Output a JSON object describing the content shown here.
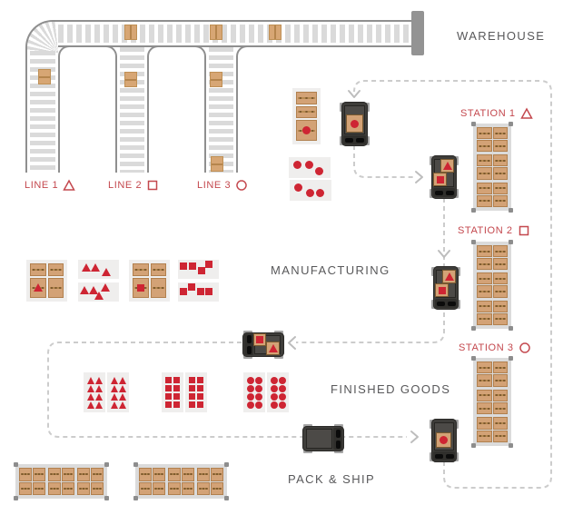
{
  "labels": {
    "warehouse": "WAREHOUSE",
    "manufacturing": "MANUFACTURING",
    "finished_goods": "FINISHED GOODS",
    "pack_ship": "PACK & SHIP"
  },
  "lines": [
    {
      "label": "LINE 1",
      "shape": "triangle"
    },
    {
      "label": "LINE 2",
      "shape": "square"
    },
    {
      "label": "LINE 3",
      "shape": "circle"
    }
  ],
  "stations": [
    {
      "label": "STATION 1",
      "shape": "triangle"
    },
    {
      "label": "STATION 2",
      "shape": "square"
    },
    {
      "label": "STATION 3",
      "shape": "circle"
    }
  ],
  "colors": {
    "red_shape": "#ce2533",
    "red_label": "#c4484e",
    "gray_text": "#58585a",
    "dash_line": "#cccccc",
    "belt_slat": "#dadada",
    "belt_edge": "#8f8f8f",
    "cardboard": "#d3a276",
    "tray_bg": "#efeeed",
    "agv_body": "#3e3d3a"
  },
  "agvs": [
    {
      "id": "agv-1",
      "location": "warehouse-pickup",
      "cargo": [
        "circle"
      ]
    },
    {
      "id": "agv-2",
      "location": "station-1",
      "cargo": [
        "triangle",
        "square"
      ]
    },
    {
      "id": "agv-3",
      "location": "station-2",
      "cargo": [
        "triangle",
        "square"
      ]
    },
    {
      "id": "agv-4",
      "location": "manufacturing",
      "cargo": [
        "square",
        "triangle"
      ]
    },
    {
      "id": "agv-5",
      "location": "pack-ship",
      "cargo": []
    },
    {
      "id": "agv-6",
      "location": "station-3",
      "cargo": [
        "circle"
      ]
    }
  ],
  "kanban": {
    "staging_tray": {
      "rows": 3,
      "cols": 1,
      "mark": {
        "index": 2,
        "shape": "circle"
      }
    },
    "dot_tray_1": {
      "shape": "circle",
      "dots": [
        [
          5,
          4
        ],
        [
          18,
          4
        ],
        [
          29,
          11
        ]
      ]
    },
    "dot_tray_2": {
      "shape": "circle",
      "dots": [
        [
          5,
          4
        ],
        [
          18,
          10
        ],
        [
          29,
          10
        ]
      ]
    }
  },
  "manufacturing_area": {
    "pallet_triangle": {
      "rows": 2,
      "cols": 2,
      "mark": {
        "index": 2,
        "shape": "triangle"
      }
    },
    "tray_triangle_1": {
      "shape": "triangle",
      "dots": [
        [
          4,
          4
        ],
        [
          14,
          4
        ],
        [
          26,
          9
        ]
      ]
    },
    "tray_triangle_2": {
      "shape": "triangle",
      "dots": [
        [
          2,
          4
        ],
        [
          12,
          4
        ],
        [
          25,
          1
        ],
        [
          18,
          10
        ]
      ]
    },
    "pallet_square": {
      "rows": 2,
      "cols": 2,
      "mark": {
        "index": 2,
        "shape": "square"
      }
    },
    "tray_square_1": {
      "shape": "square",
      "dots": [
        [
          2,
          3
        ],
        [
          12,
          3
        ],
        [
          22,
          8
        ],
        [
          30,
          1
        ]
      ]
    },
    "tray_square_2": {
      "shape": "square",
      "dots": [
        [
          2,
          6
        ],
        [
          11,
          1
        ],
        [
          21,
          6
        ],
        [
          30,
          6
        ]
      ]
    }
  },
  "finished_goods_trays": [
    {
      "shape": "triangle",
      "grid": [
        4,
        2
      ]
    },
    {
      "shape": "triangle",
      "grid": [
        4,
        2
      ]
    },
    {
      "shape": "square",
      "grid": [
        4,
        2
      ]
    },
    {
      "shape": "square",
      "grid": [
        4,
        2
      ]
    },
    {
      "shape": "circle",
      "grid": [
        4,
        2
      ]
    },
    {
      "shape": "circle",
      "grid": [
        4,
        2
      ]
    }
  ],
  "racks": {
    "station": {
      "bays": 3,
      "rows": 2,
      "cols": 2
    },
    "shipping": {
      "bays": 3,
      "rows": 2,
      "cols": 2
    }
  }
}
